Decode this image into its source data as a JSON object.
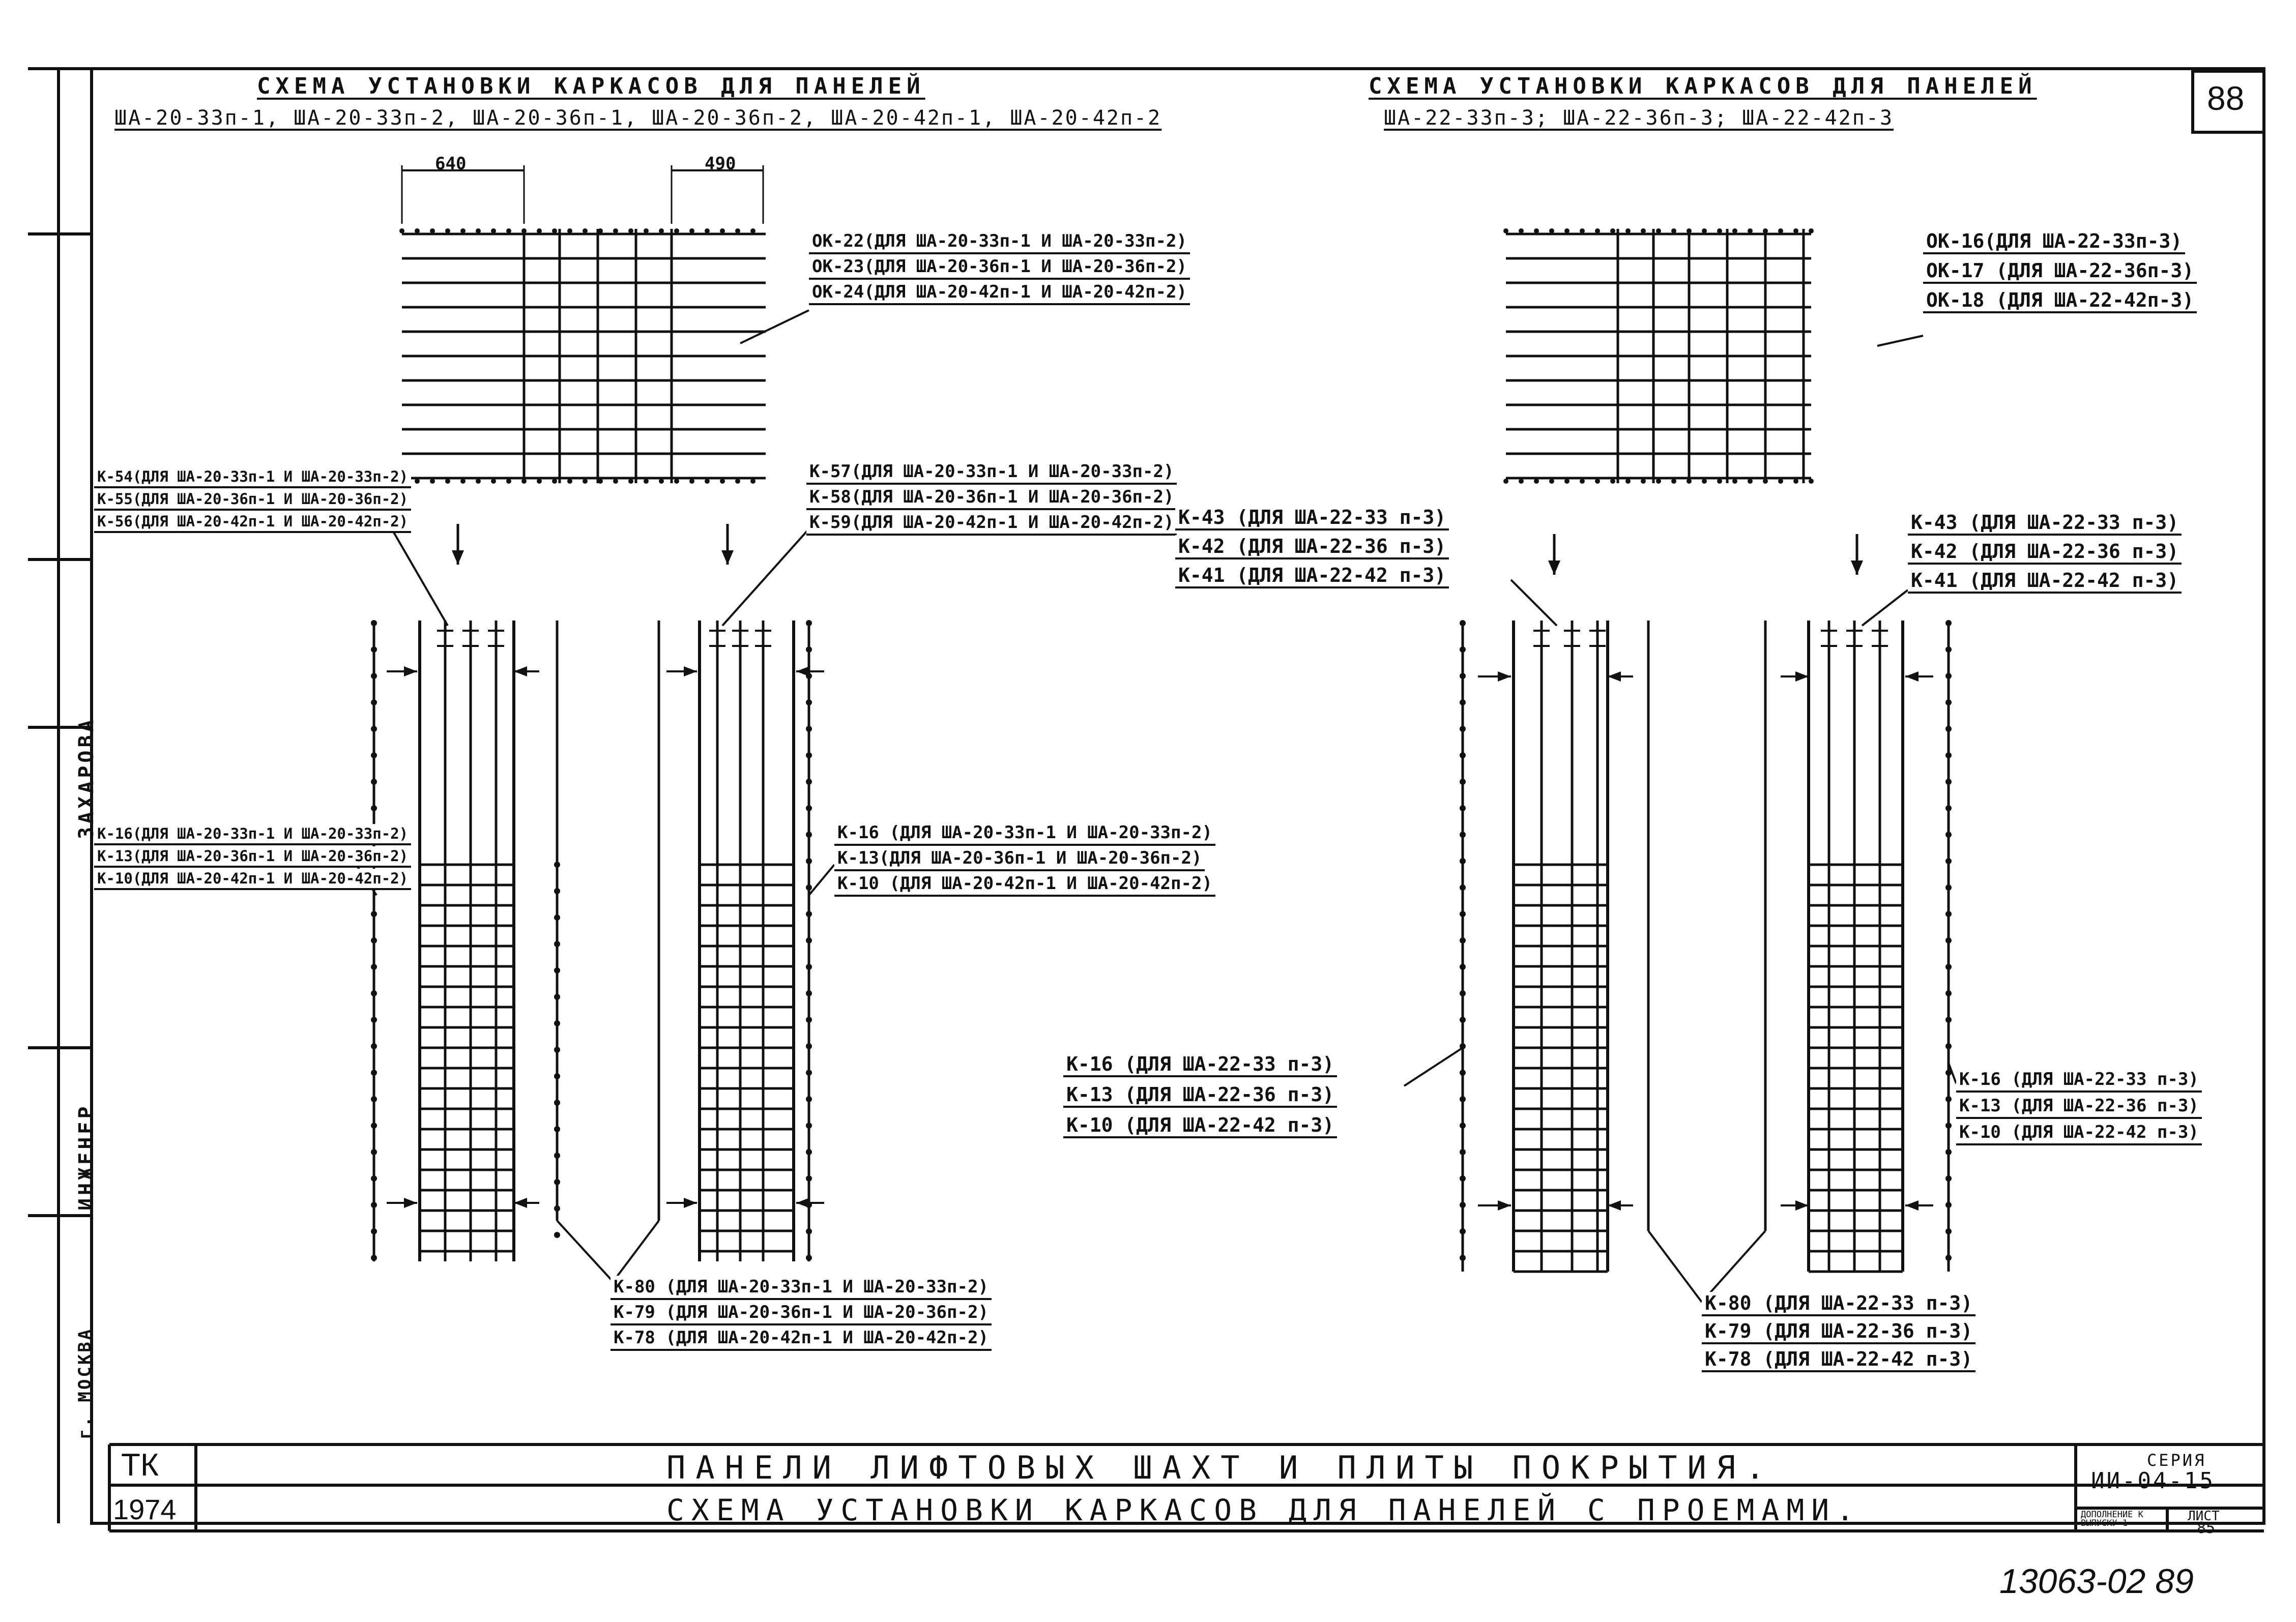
{
  "sheet_number": "88",
  "left_scheme": {
    "title": "СХЕМА УСТАНОВКИ КАРКАСОВ ДЛЯ ПАНЕЛЕЙ",
    "subtitle": "ША-20-33п-1, ША-20-33п-2, ША-20-36п-1, ША-20-36п-2, ША-20-42п-1, ША-20-42п-2",
    "dim_left": "640",
    "dim_right": "490",
    "label_mesh": [
      "ОК-22(ДЛЯ ША-20-33п-1 И ША-20-33п-2)",
      "ОК-23(ДЛЯ ША-20-36п-1 И ША-20-36п-2)",
      "ОК-24(ДЛЯ ША-20-42п-1 И ША-20-42п-2)"
    ],
    "label_top_left": [
      "К-54(ДЛЯ ША-20-33п-1 И ША-20-33п-2)",
      "К-55(ДЛЯ ША-20-36п-1 И ША-20-36п-2)",
      "К-56(ДЛЯ ША-20-42п-1 И ША-20-42п-2)"
    ],
    "label_top_right": [
      "К-57(ДЛЯ ША-20-33п-1 И ША-20-33п-2)",
      "К-58(ДЛЯ ША-20-36п-1 И ША-20-36п-2)",
      "К-59(ДЛЯ ША-20-42п-1 И ША-20-42п-2)"
    ],
    "label_mid_left": [
      "К-16(ДЛЯ ША-20-33п-1 И ША-20-33п-2)",
      "К-13(ДЛЯ ША-20-36п-1 И ША-20-36п-2)",
      "К-10(ДЛЯ ША-20-42п-1 И ША-20-42п-2)"
    ],
    "label_mid_right": [
      "К-16 (ДЛЯ ША-20-33п-1 И ША-20-33п-2)",
      "К-13(ДЛЯ ША-20-36п-1 И ША-20-36п-2)",
      "К-10 (ДЛЯ ША-20-42п-1 И ША-20-42п-2)"
    ],
    "label_bottom": [
      "К-80 (ДЛЯ ША-20-33п-1 И ША-20-33п-2)",
      "К-79 (ДЛЯ ША-20-36п-1 И ША-20-36п-2)",
      "К-78 (ДЛЯ ША-20-42п-1 И ША-20-42п-2)"
    ]
  },
  "right_scheme": {
    "title": "СХЕМА УСТАНОВКИ КАРКАСОВ ДЛЯ ПАНЕЛЕЙ",
    "subtitle": "ША-22-33п-3; ША-22-36п-3; ША-22-42п-3",
    "label_mesh": [
      "ОК-16(ДЛЯ ША-22-33п-3)",
      "ОК-17 (ДЛЯ ША-22-36п-3)",
      "ОК-18 (ДЛЯ ША-22-42п-3)"
    ],
    "label_top_left": [
      "К-43 (ДЛЯ ША-22-33 п-3)",
      "К-42 (ДЛЯ ША-22-36 п-3)",
      "К-41 (ДЛЯ ША-22-42 п-3)"
    ],
    "label_top_right": [
      "К-43 (ДЛЯ ША-22-33 п-3)",
      "К-42 (ДЛЯ ША-22-36 п-3)",
      "К-41 (ДЛЯ ША-22-42 п-3)"
    ],
    "label_mid_left": [
      "К-16 (ДЛЯ ША-22-33 п-3)",
      "К-13 (ДЛЯ ША-22-36 п-3)",
      "К-10 (ДЛЯ ША-22-42 п-3)"
    ],
    "label_mid_right": [
      "К-16 (ДЛЯ ША-22-33 п-3)",
      "К-13 (ДЛЯ ША-22-36 п-3)",
      "К-10 (ДЛЯ ША-22-42 п-3)"
    ],
    "label_bottom": [
      "К-80 (ДЛЯ ША-22-33 п-3)",
      "К-79 (ДЛЯ ША-22-36 п-3)",
      "К-78 (ДЛЯ ША-22-42 п-3)"
    ]
  },
  "title_block": {
    "org": "ТК",
    "year": "1974",
    "title_line1": "ПАНЕЛИ ЛИФТОВЫХ ШАХТ И ПЛИТЫ ПОКРЫТИЯ.",
    "title_line2": "СХЕМА УСТАНОВКИ КАРКАСОВ ДЛЯ ПАНЕЛЕЙ С ПРОЕМАМИ.",
    "series_label": "СЕРИЯ",
    "series_value": "ИИ-04-15",
    "addendum_label": "ДОПОЛНЕНИЕ К ВЫПУСКУ 1",
    "sheet_label": "ЛИСТ",
    "sheet_value": "85"
  },
  "side_strip": {
    "name1": "ЗАХАРОВА",
    "role1": "ИНЖЕНЕР",
    "city": "г. МОСКВА"
  },
  "bottom_number": "13063-02 89"
}
